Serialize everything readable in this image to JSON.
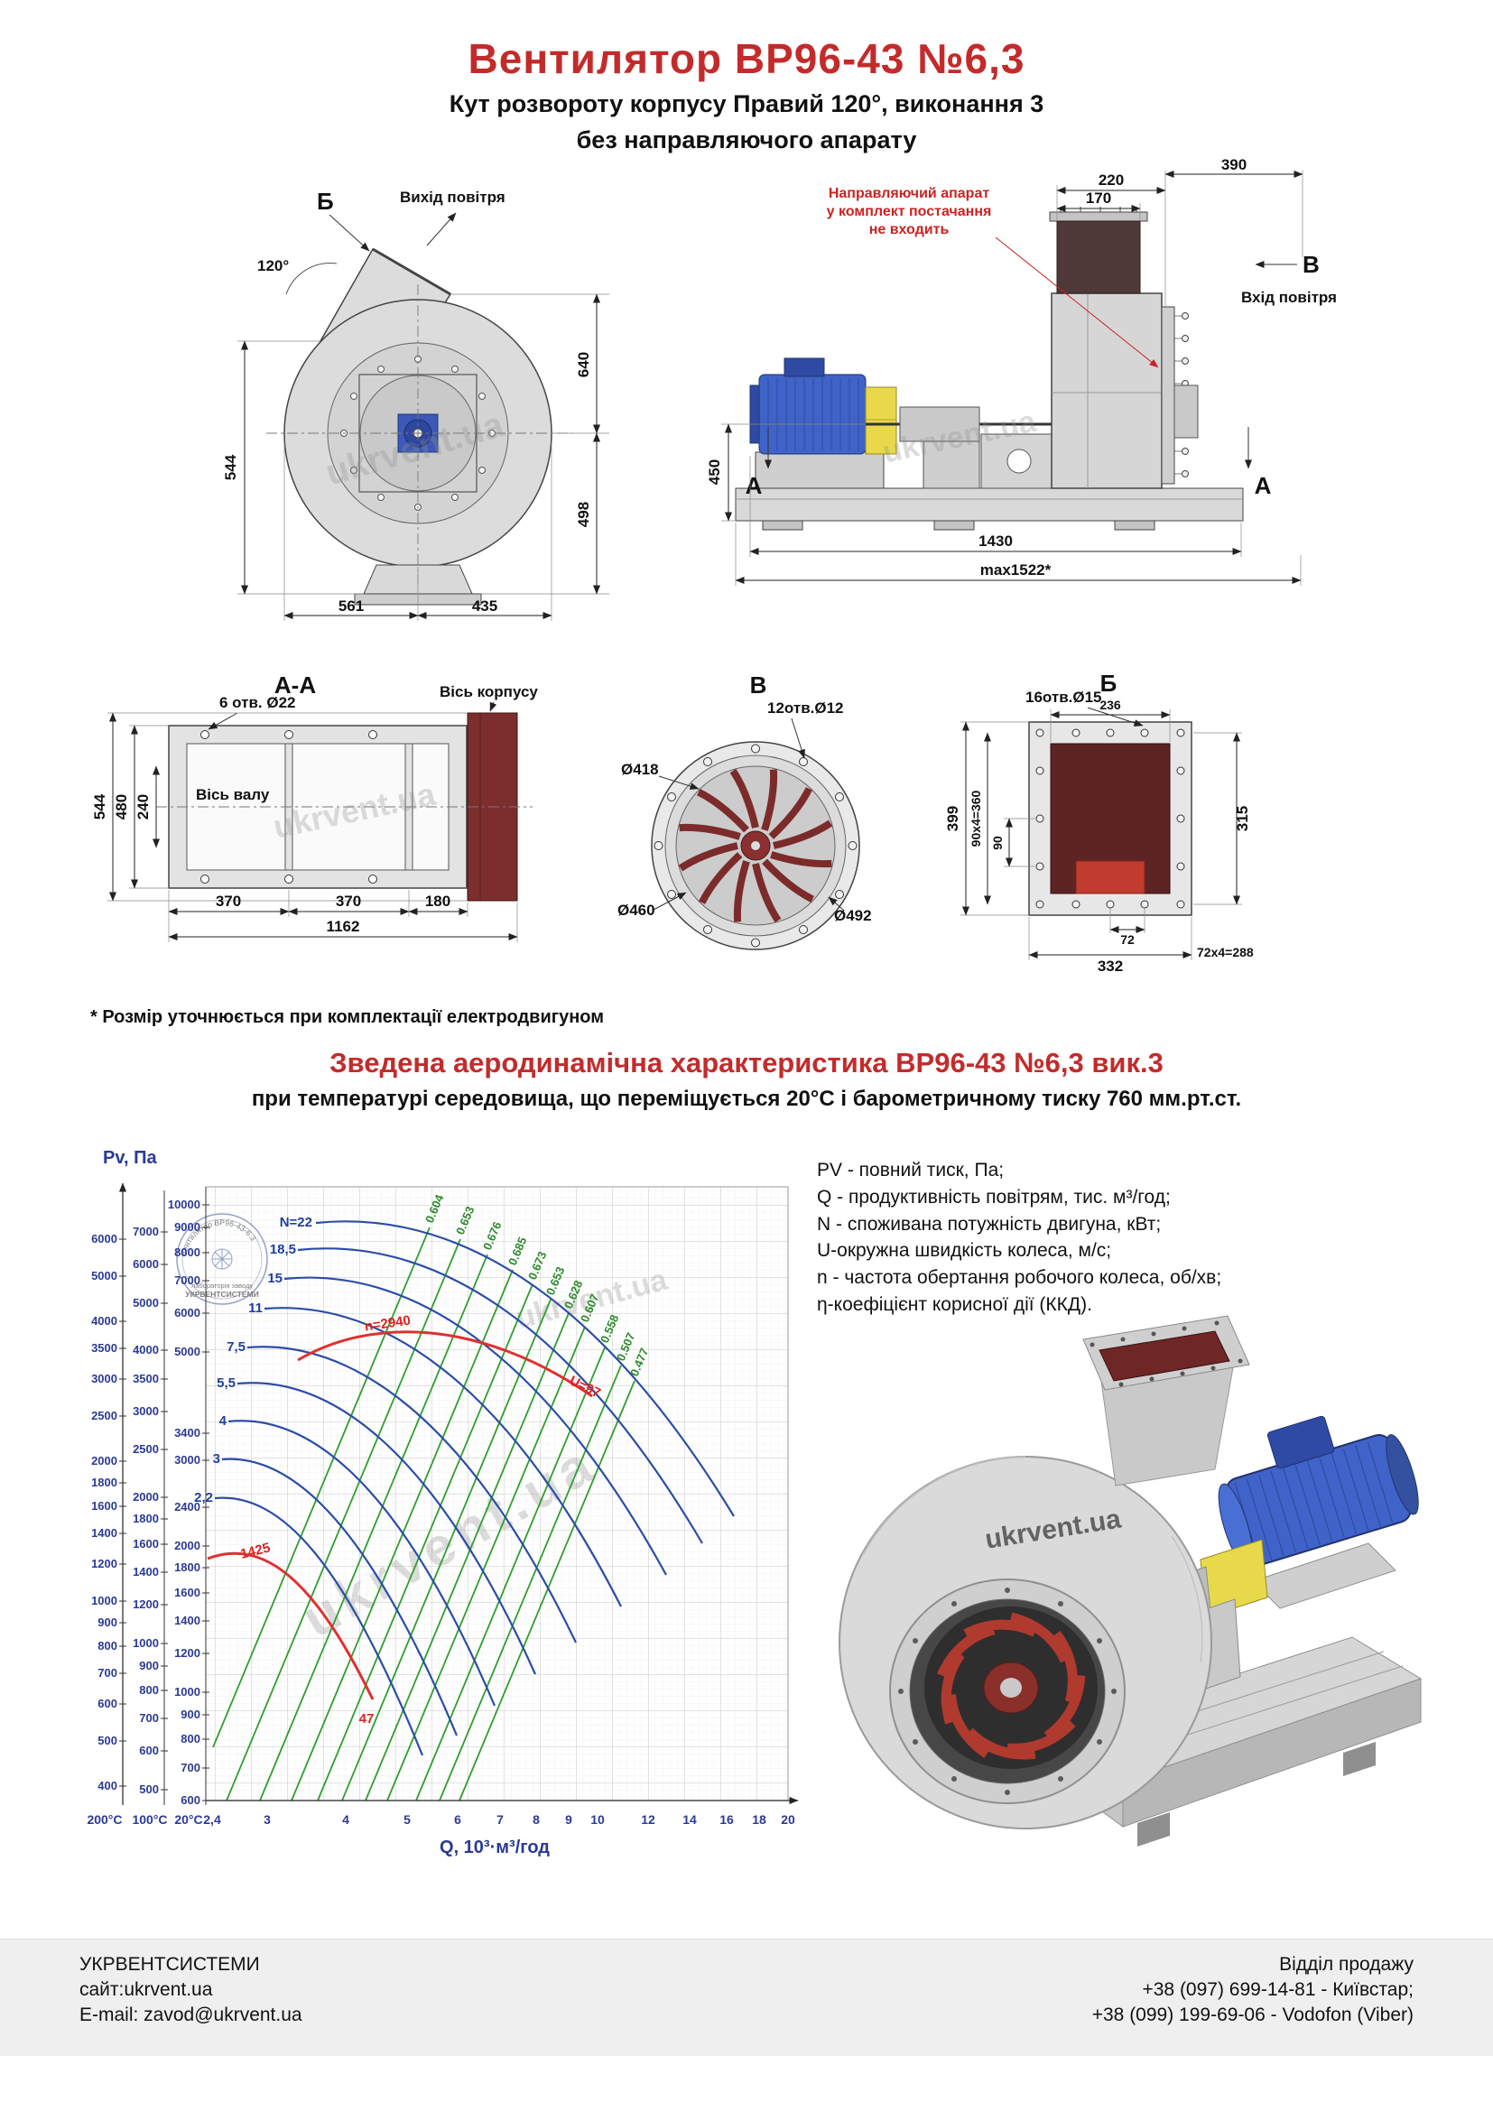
{
  "header": {
    "title": "Вентилятор  ВР96-43 №6,3",
    "subtitle1": "Кут розвороту корпусу Правий 120°, виконання 3",
    "subtitle2": "без направляючого апарату"
  },
  "front_view": {
    "view_label": "Б",
    "air_out_label": "Вихід повітря",
    "angle_label": "120°",
    "dim_left": "544",
    "dim_right_top": "640",
    "dim_right_bottom": "498",
    "dim_bottom_left": "561",
    "dim_bottom_right": "435",
    "watermark": "ukrvent.ua"
  },
  "side_view": {
    "dim_top1": "390",
    "dim_top2": "220",
    "dim_top3": "170",
    "dim_height": "450",
    "dim_length": "1430",
    "dim_max": "max1522*",
    "note_line1": "Направляючий апарат",
    "note_line2": "у комплект постачання",
    "note_line3": "не входить",
    "view_label": "В",
    "air_in_label": "Вхід повітря",
    "section_label_left": "А",
    "section_label_right": "А",
    "watermark": "ukrvent.ua"
  },
  "section_aa": {
    "title": "А-А",
    "holes_label": "6 отв. Ø22",
    "axis_body_label": "Вісь корпусу",
    "axis_shaft_label": "Вісь валу",
    "dim_h1": "544",
    "dim_h2": "480",
    "dim_h3": "240",
    "dim_b1": "370",
    "dim_b2": "370",
    "dim_b3": "180",
    "dim_total": "1162",
    "watermark": "ukrvent.ua"
  },
  "section_v": {
    "title": "В",
    "holes_label": "12отв.Ø12",
    "dia1": "Ø418",
    "dia2": "Ø460",
    "dia3": "Ø492"
  },
  "section_b": {
    "title": "Б",
    "holes_label": "16отв.Ø15",
    "dim_top": "236",
    "dim_left1": "399",
    "dim_left2": "90x4=360",
    "dim_left3": "90",
    "dim_right": "315",
    "dim_bottom1": "72",
    "dim_bottom2": "332",
    "dim_bottom3": "72x4=288"
  },
  "footnote": "* Розмір уточнюється при комплектації електродвигуном",
  "aero": {
    "heading": "Зведена аеродинамічна характеристика ВР96-43 №6,3 вик.3",
    "subheading": "при температурі середовища, що переміщується 20°С і барометричному тиску 760 мм.рт.ст."
  },
  "chart_data": {
    "type": "line",
    "title": "Зведена аеродинамічна характеристика ВР96-43 №6,3 вик.3",
    "xlabel": "Q, 10³·м³/год",
    "ylabel": "Pv, Па",
    "x_scale": "log",
    "x_range": [
      2.4,
      20
    ],
    "x_ticks": [
      "2,4",
      "3",
      "4",
      "5",
      "6",
      "7",
      "8",
      "9",
      "10",
      "12",
      "14",
      "16",
      "18",
      "20"
    ],
    "y_axes": [
      {
        "temp": "200°C",
        "ticks": [
          "6000",
          "5000",
          "4000",
          "3500",
          "3000",
          "2500",
          "2000",
          "1800",
          "1600",
          "1400",
          "1200",
          "1000",
          "900",
          "800",
          "700",
          "600",
          "500",
          "400"
        ]
      },
      {
        "temp": "100°C",
        "ticks": [
          "7000",
          "6000",
          "5000",
          "4000",
          "3500",
          "3000",
          "2500",
          "2000",
          "1800",
          "1600",
          "1400",
          "1200",
          "1000",
          "900",
          "800",
          "700",
          "600",
          "500"
        ]
      },
      {
        "temp": "20°C",
        "ticks": [
          "10000",
          "9000",
          "8000",
          "7000",
          "6000",
          "5000",
          "3400",
          "3000",
          "2400",
          "2000",
          "1800",
          "1600",
          "1400",
          "1200",
          "1000",
          "900",
          "800",
          "700",
          "600"
        ]
      }
    ],
    "power_curves_kw": [
      22,
      18.5,
      15,
      11,
      7.5,
      5.5,
      4,
      3,
      2.2
    ],
    "power_curve_labels": [
      "N=22",
      "18,5",
      "15",
      "11",
      "7,5",
      "5,5",
      "4",
      "3",
      "2,2"
    ],
    "efficiency_values": [
      0.604,
      0.653,
      0.676,
      0.685,
      0.673,
      0.653,
      0.628,
      0.607,
      0.558,
      0.507,
      0.477
    ],
    "efficiency_labels": [
      "0.604",
      "0.653",
      "0.676",
      "0.685",
      "0.673",
      "0.653",
      "0.628",
      "0.607",
      "0.558",
      "0.507",
      "0.477"
    ],
    "speed_curves": [
      {
        "n_rpm": 2940,
        "u_ms": 97,
        "n_label": "n=2940",
        "u_label": "U=97"
      },
      {
        "n_rpm": 1425,
        "u_ms": 47,
        "n_label": "1425",
        "u_label": "47"
      }
    ],
    "stamp": {
      "line1": "Вентилятор ВР96-43-6.3",
      "line2": "лабораторія заводу",
      "line3": "УКРВЕНТСИСТЕМИ"
    },
    "watermark": "ukrvent.ua"
  },
  "legend": {
    "lines": [
      "PV - повний тиск, Па;",
      "Q - продуктивність повітрям, тис. м³/год;",
      "N - споживана потужність двигуна, кВт;",
      "U-окружна швидкість колеса, м/с;",
      "n - частота обертання робочого колеса, об/хв;",
      "η-коефіцієнт корисної дії (ККД)."
    ]
  },
  "photo": {
    "watermark": "ukrvent.ua"
  },
  "footer": {
    "company": "УКРВЕНТСИСТЕМИ",
    "site": "сайт:ukrvent.ua",
    "email": "E-mail: zavod@ukrvent.ua",
    "sales": "Відділ продажу",
    "phone1": "+38 (097) 699-14-81 - Київстар;",
    "phone2": "+38 (099) 199-69-06 - Vodofon (Viber)"
  }
}
